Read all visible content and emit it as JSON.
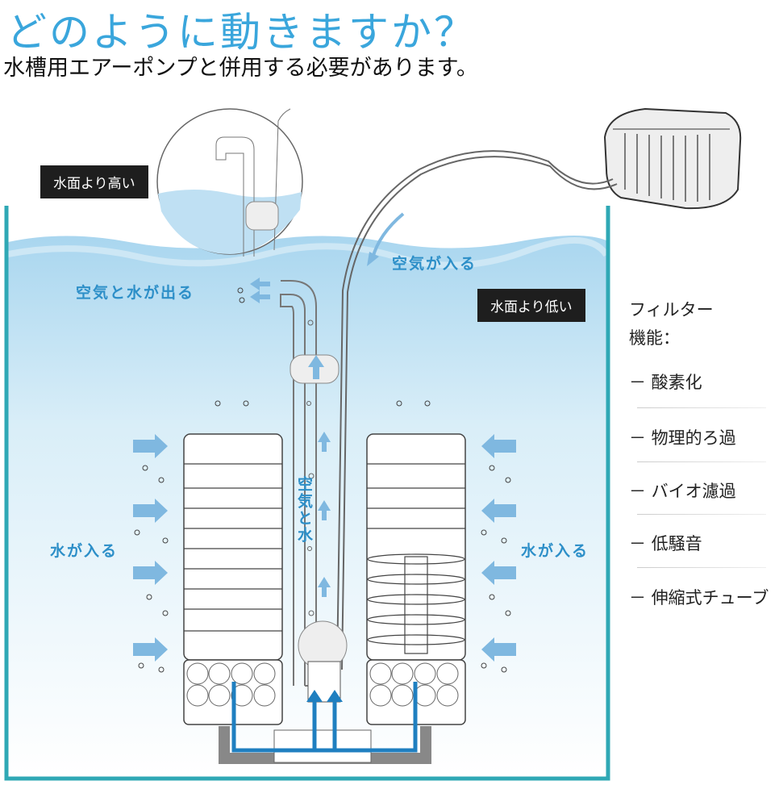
{
  "title": "どのように動きますか？",
  "subtitle": "水槽用エアーポンプと併用する必要があります。",
  "labels": {
    "above_water": "水面より高い",
    "below_water": "水面より低い",
    "air_in": "空気が入る",
    "air_water_out": "空気と水が出る",
    "air_and_water": "空気と水",
    "water_in_left": "水が入る",
    "water_in_right": "水が入る"
  },
  "features": {
    "heading_line1": "フィルター",
    "heading_line2": "機能：",
    "items": [
      "－ 酸素化",
      "－ 物理的ろ過",
      "－ バイオ濾過",
      "－ 低騒音",
      "－ 伸縮式チューブ"
    ]
  },
  "colors": {
    "accent": "#3aa6dc",
    "tank": "#2fa8b5",
    "arrow": "#1f7fc0"
  }
}
